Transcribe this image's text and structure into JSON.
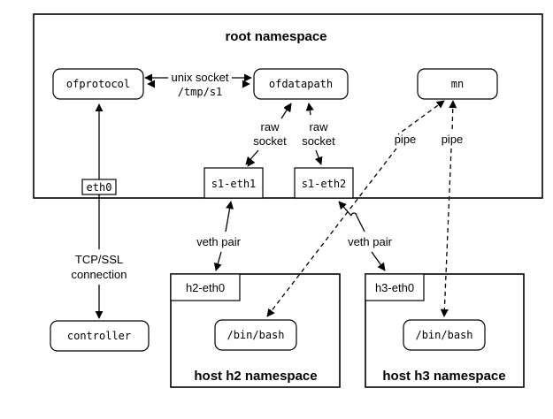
{
  "namespaces": {
    "root": "root namespace",
    "h2": "host h2 namespace",
    "h3": "host h3 namespace"
  },
  "nodes": {
    "ofprotocol": "ofprotocol",
    "ofdatapath": "ofdatapath",
    "mn": "mn",
    "eth0": "eth0",
    "s1_eth1": "s1-eth1",
    "s1_eth2": "s1-eth2",
    "controller": "controller",
    "h2_eth0": "h2-eth0",
    "h3_eth0": "h3-eth0",
    "h2_bash": "/bin/bash",
    "h3_bash": "/bin/bash"
  },
  "links": {
    "unix_socket_1": "unix socket",
    "unix_socket_2": "/tmp/s1",
    "raw_socket_left_1": "raw",
    "raw_socket_left_2": "socket",
    "raw_socket_right_1": "raw",
    "raw_socket_right_2": "socket",
    "pipe_left": "pipe",
    "pipe_right": "pipe",
    "veth_left_1": "veth pair",
    "veth_right_1": "veth pair",
    "tcp_1": "TCP/SSL",
    "tcp_2": "connection"
  }
}
